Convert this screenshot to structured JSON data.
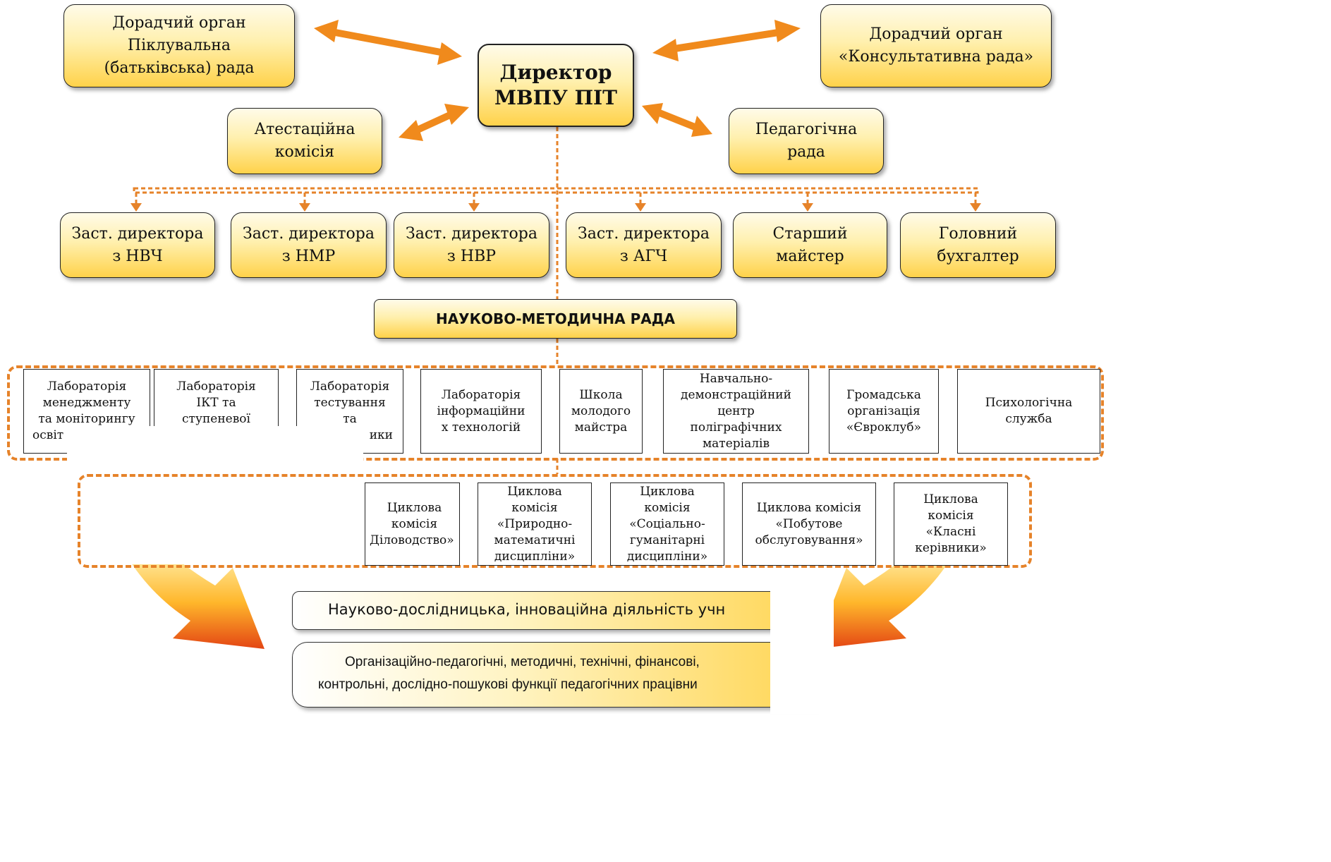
{
  "top_left": [
    "Дорадчий орган",
    "Піклувальна",
    "(батьківська) рада"
  ],
  "top_right": [
    "Дорадчий орган",
    "«Консультативна рада»"
  ],
  "director": [
    "Директор",
    "МВПУ ПІТ"
  ],
  "attestation": [
    "Атестаційна",
    "комісія"
  ],
  "ped_council": [
    "Педагогічна",
    "рада"
  ],
  "deputies": [
    [
      "Заст. директора",
      "з НВЧ"
    ],
    [
      "Заст. директора",
      "з НМР"
    ],
    [
      "Заст. директора",
      "з НВР"
    ],
    [
      "Заст. директора",
      "з АГЧ"
    ],
    [
      "Старший",
      "майстер"
    ],
    [
      "Головний",
      "бухгалтер"
    ]
  ],
  "nmr": "НАУКОВО-МЕТОДИЧНА РАДА",
  "labs": [
    [
      "Лабораторія",
      "менеджменту",
      "та моніторингу",
      "освіт"
    ],
    [
      "Лабораторія",
      "ІКТ та",
      "ступеневої"
    ],
    [
      "Лабораторія",
      "тестування",
      "та",
      "ики"
    ],
    [
      "Лабораторія",
      "інформаційни",
      "х технологій"
    ],
    [
      "Школа",
      "молодого",
      "майстра"
    ],
    [
      "Навчально-",
      "демонстраційний",
      "центр",
      "поліграфічних",
      "матеріалів"
    ],
    [
      "Громадська",
      "організація",
      "«Євроклуб»"
    ],
    [
      "Психологічна",
      "служба"
    ]
  ],
  "commissions": [
    [
      "Циклова",
      "комісія",
      "Діловодство»"
    ],
    [
      "Циклова",
      "комісія",
      "«Природно-",
      "математичні",
      "дисципліни»"
    ],
    [
      "Циклова",
      "комісія",
      "«Соціально-",
      "гуманітарні",
      "дисципліни»"
    ],
    [
      "Циклова комісія",
      "«Побутове",
      "обслуговування»"
    ],
    [
      "Циклова",
      "комісія",
      "«Класні",
      "керівники»"
    ]
  ],
  "research": "Науково-дослідницька, інноваційна діяльність учн",
  "functions": [
    "Організаційно-педагогічні, методичні, технічні, фінансові,",
    "контрольні, дослідно-пошукові функції педагогічних працівни"
  ],
  "colors": {
    "accent": "#f08a1c",
    "dash": "#e6832a",
    "box_top": "#fffbe9",
    "box_bottom": "#ffd24a"
  }
}
